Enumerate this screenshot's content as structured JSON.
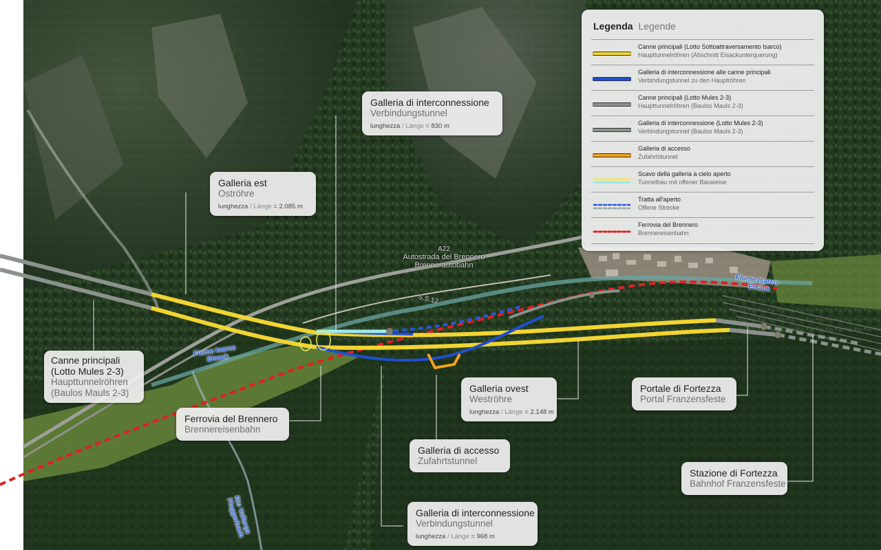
{
  "legend": {
    "title_it": "Legenda",
    "title_de": "Legende",
    "items": [
      {
        "it": "Canne principali (Lotto Sottoattraversamento Isarco)",
        "de": "Haupttunnelröhren (Abschnitt Eisackunterquerung)",
        "color": "#f2d432",
        "style": "solid",
        "icon": "yellow-line-icon"
      },
      {
        "it": "Galleria di interconnessione alle canne principali",
        "de": "Verbindungstunnel zu den Hauptröhren",
        "color": "#1f4fd0",
        "style": "solid",
        "icon": "blue-line-icon"
      },
      {
        "it": "Canne principali (Lotto Mules 2-3)",
        "de": "Haupttunnelröhren (Baulos Mauls 2-3)",
        "color": "#8a958c",
        "style": "solid",
        "icon": "grey-line-icon"
      },
      {
        "it": "Galleria di interconnessione (Lotto Mules 2-3)",
        "de": "Verbindungstunnel (Baulos Mauls 2-3)",
        "color": "#8a958c",
        "style": "solid",
        "icon": "grey-line-icon"
      },
      {
        "it": "Galleria di accesso",
        "de": "Zufahrtstunnel",
        "color": "#f0a21c",
        "style": "solid",
        "icon": "orange-line-icon"
      },
      {
        "it": "Scavo della galleria a cielo aperto",
        "de": "Tunnelbau mit offener Bauweise",
        "color": "#f2e85a",
        "color2": "#9fe8ea",
        "style": "double",
        "icon": "yellow-cyan-line-icon"
      },
      {
        "it": "Tratta all'aperto",
        "de": "Offene Strecke",
        "color": "#2a55d8",
        "color2": "#9aa6a8",
        "style": "dashed-double",
        "icon": "dashed-blue-grey-line-icon"
      },
      {
        "it": "Ferrovia del Brennero",
        "de": "Brennereisenbahn",
        "color": "#e02020",
        "style": "dashed",
        "icon": "dashed-red-line-icon"
      }
    ]
  },
  "callouts": {
    "interconnessione_north": {
      "it": "Galleria di interconnessione",
      "de": "Verbindungstunnel",
      "len_it": "lunghezza",
      "len_de": "Länge",
      "len_val": "830 m"
    },
    "galleria_est": {
      "it": "Galleria est",
      "de": "Oströhre",
      "len_it": "lunghezza",
      "len_de": "Länge",
      "len_val": "2.085 m"
    },
    "canne_principali": {
      "it1": "Canne principali",
      "it2": "(Lotto Mules 2-3)",
      "de1": "Haupttunnelröhren",
      "de2": "(Baulos Mauls 2-3)"
    },
    "ferrovia": {
      "it": "Ferrovia del Brennero",
      "de": "Brennereisenbahn"
    },
    "galleria_ovest": {
      "it": "Galleria ovest",
      "de": "Weströhre",
      "len_it": "lunghezza",
      "len_de": "Länge",
      "len_val": "2.148 m"
    },
    "portale": {
      "it": "Portale di Fortezza",
      "de": "Portal Franzensfeste"
    },
    "accesso": {
      "it": "Galleria di accesso",
      "de": "Zufahrtstunnel"
    },
    "stazione": {
      "it": "Stazione di Fortezza",
      "de": "Bahnhof Franzensfeste"
    },
    "interconnessione_south": {
      "it": "Galleria di interconnessione",
      "de": "Verbindungstunnel",
      "len_it": "lunghezza",
      "len_de": "Länge",
      "len_val": "968 m"
    }
  },
  "map_labels": {
    "a22_1": "A22",
    "a22_2": "Autostrada del Brennero",
    "a22_3": "Brennerautobahn",
    "ss12": "S.S.12",
    "river_isarco_1": "Fiume Isarco",
    "river_isarco_2": "Eisack",
    "river_east_1": "Fiume Isarco",
    "river_east_2": "Eisack",
    "rio_1": "Rio Vallarga",
    "rio_2": "Flaggerbach"
  }
}
